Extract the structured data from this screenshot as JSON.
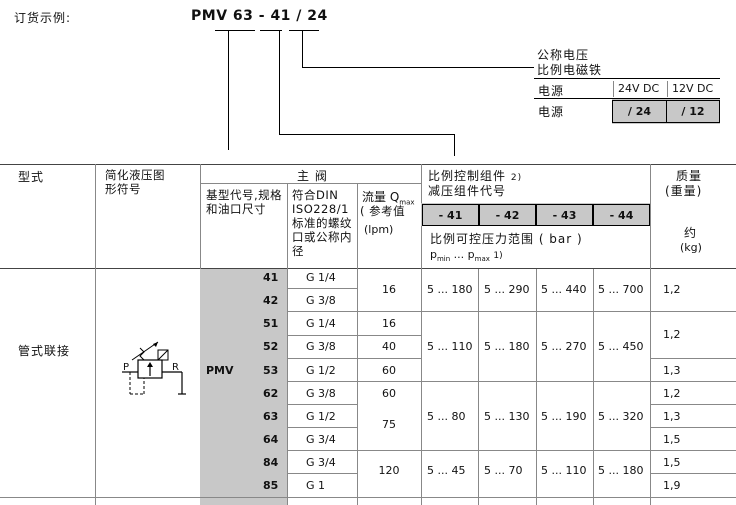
{
  "order_example": {
    "label": "订货示例:",
    "code": "PMV 63 - 41 / 24"
  },
  "voltage_box": {
    "title_line1": "公称电压",
    "title_line2": "比例电磁铁",
    "header_label": "电源",
    "col_24": "24V DC",
    "col_12": "12V DC",
    "row_label": "电源",
    "val_24": "/ 24",
    "val_12": "/ 12"
  },
  "table": {
    "col_type": "型式",
    "col_symbol": "简化液压图形符号",
    "col_main_valve": "主 阀",
    "col_basic_model": "基型代号,规格和油口尺寸",
    "col_din": "符合DIN ISO228/1 标准的螺纹口或公称内径",
    "col_flow": "流量 Q",
    "col_flow_sub": "max",
    "col_flow_ref": "( 参考值",
    "col_flow_unit": "(lpm)",
    "col_control_line1": "比例控制组件",
    "col_control_sup": "2)",
    "col_control_line2": "减压组件代号",
    "codes": [
      "- 41",
      "- 42",
      "- 43",
      "- 44"
    ],
    "pressure_range_label": "比例可控压力范围 ( bar )",
    "pressure_pmin": "p",
    "pressure_pmin_sub": "min",
    "pressure_mid": " ... p",
    "pressure_pmax_sub": "max",
    "pressure_sup": "1)",
    "col_mass_line1": "质量",
    "col_mass_line2": "(重量)",
    "col_mass_approx": "约",
    "col_mass_unit": "(kg)",
    "type_value": "管式联接",
    "model_prefix": "PMV",
    "symbol_port_p": "P",
    "symbol_port_r": "R",
    "rows": [
      {
        "size": "41",
        "thread": "G 1/4"
      },
      {
        "size": "42",
        "thread": "G 3/8"
      },
      {
        "size": "51",
        "thread": "G 1/4"
      },
      {
        "size": "52",
        "thread": "G 3/8"
      },
      {
        "size": "53",
        "thread": "G 1/2"
      },
      {
        "size": "62",
        "thread": "G 3/8"
      },
      {
        "size": "63",
        "thread": "G 1/2"
      },
      {
        "size": "64",
        "thread": "G 3/4"
      },
      {
        "size": "84",
        "thread": "G 3/4"
      },
      {
        "size": "85",
        "thread": "G 1"
      }
    ],
    "flows": [
      "16",
      "16",
      "40",
      "60",
      "60",
      "75",
      "120"
    ],
    "group_a": [
      "5 ... 180",
      "5 ... 290",
      "5 ... 440",
      "5 ... 700"
    ],
    "group_b": [
      "5 ... 110",
      "5 ... 180",
      "5 ... 270",
      "5 ... 450"
    ],
    "group_c": [
      "5 ... 80",
      "5 ... 130",
      "5 ... 190",
      "5 ... 320"
    ],
    "group_d": [
      "5 ... 45",
      "5 ... 70",
      "5 ... 110",
      "5 ... 180"
    ],
    "masses": [
      "1,2",
      "1,2",
      "1,3",
      "1,2",
      "1,3",
      "1,5",
      "1,5",
      "1,9"
    ]
  }
}
